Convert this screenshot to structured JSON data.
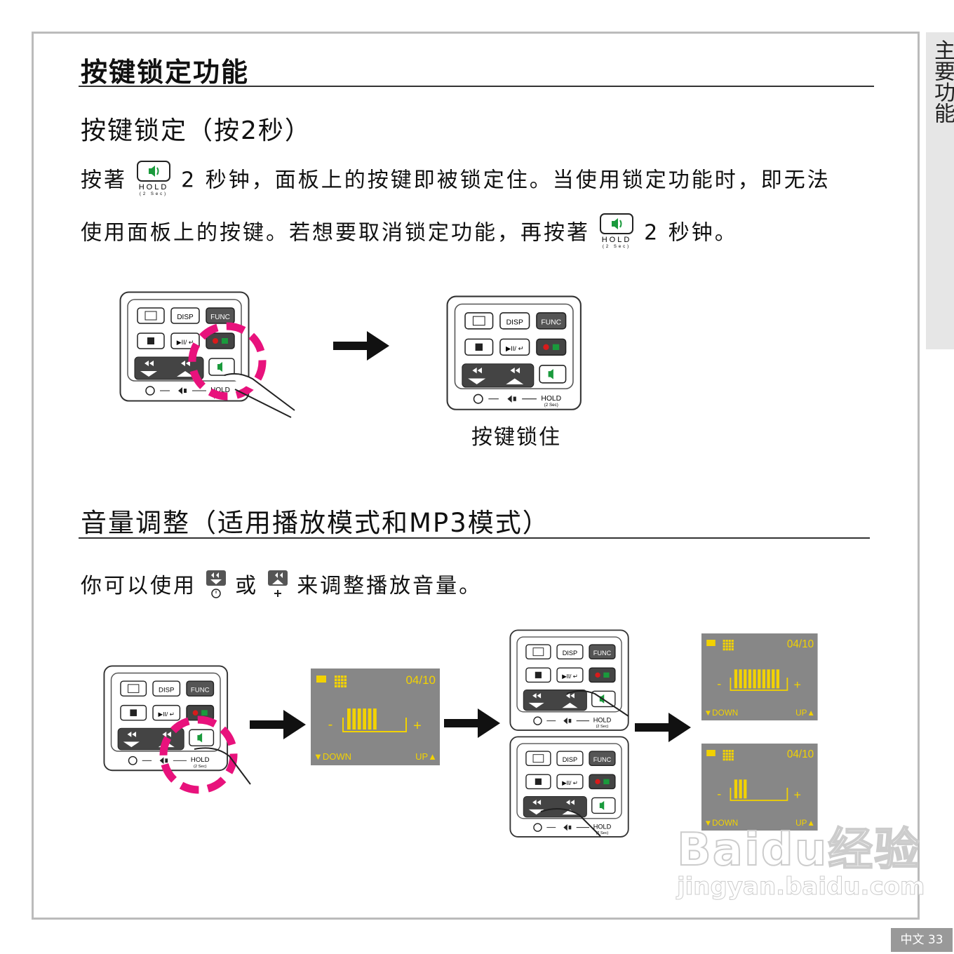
{
  "side_tab": "主要功能",
  "page_label": "中文 33",
  "section1": {
    "title": "按键锁定功能",
    "subtitle": "按键锁定（按2秒）",
    "line1_a": "按著",
    "line1_b": "2 秒钟，面板上的按键即被锁定住。当使用锁定功能时，即无法",
    "line2_a": "使用面板上的按键。若想要取消锁定功能，再按著",
    "line2_b": "2 秒钟。",
    "hold_label": "HOLD",
    "hold_sub": "(2 Sec)",
    "caption": "按键锁住"
  },
  "section2": {
    "title": "音量调整（适用播放模式和MP3模式）",
    "line_a": "你可以使用",
    "line_b": "或",
    "line_c": "来调整播放音量。"
  },
  "panel": {
    "disp": "DISP",
    "func": "FUNC",
    "play": "▶II/ ↵",
    "hold": "HOLD",
    "hold_sub": "(2 Sec)"
  },
  "lcd": {
    "track": "04/10",
    "down": "▼DOWN",
    "up": "UP▲",
    "minus": "-",
    "plus": "+",
    "levels": [
      6,
      10,
      3
    ]
  },
  "colors": {
    "accent": "#e8127c",
    "lcd_bg": "#878787",
    "lcd_fg": "#f2d200",
    "rec": "#d81b1b",
    "green": "#1a9a3c"
  },
  "watermark": {
    "brand": "Baidu经验",
    "url": "jingyan.baidu.com"
  }
}
